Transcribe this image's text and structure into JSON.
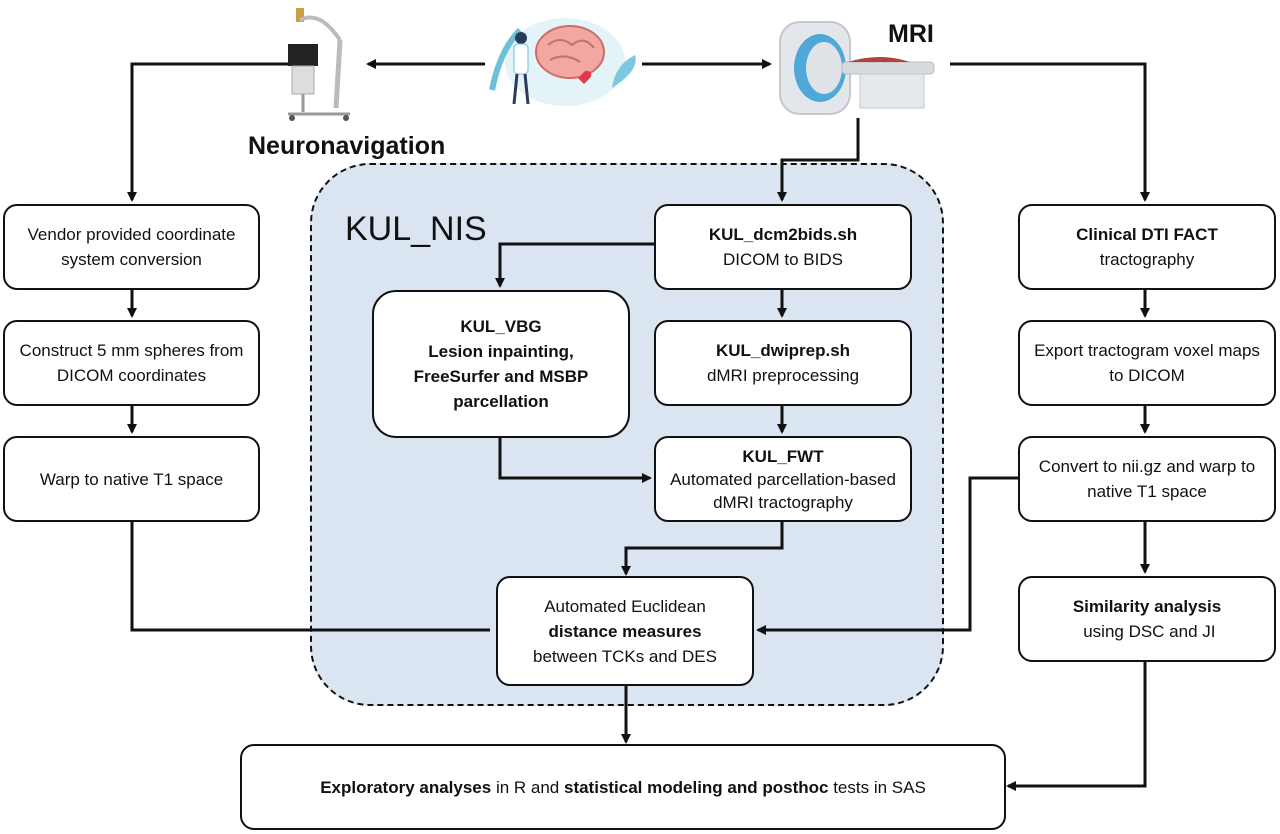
{
  "labels": {
    "mri": "MRI",
    "neuronavigation": "Neuronavigation",
    "kul_nis": "KUL_NIS"
  },
  "boxes": {
    "vendor": {
      "text": "Vendor provided coordinate system conversion"
    },
    "spheres": {
      "text": "Construct 5 mm spheres from DICOM coordinates"
    },
    "warp_left": {
      "text": "Warp to native T1 space"
    },
    "dcm2bids": {
      "title": "KUL_dcm2bids.sh",
      "text": "DICOM to BIDS"
    },
    "dwiprep": {
      "title": "KUL_dwiprep.sh",
      "text": "dMRI preprocessing"
    },
    "vbg": {
      "title": "KUL_VBG",
      "line2": "Lesion inpainting,",
      "line3": "FreeSurfer and MSBP parcellation"
    },
    "fwt": {
      "title": "KUL_FWT",
      "text": "Automated parcellation-based dMRI tractography"
    },
    "distance": {
      "pre": "Automated Euclidean",
      "bold": "distance measures",
      "post": "between TCKs and DES"
    },
    "clinical": {
      "title": "Clinical DTI FACT",
      "text": "tractography"
    },
    "export": {
      "text": "Export tractogram voxel maps to DICOM"
    },
    "convert": {
      "text": "Convert to nii.gz and warp to native T1 space"
    },
    "similarity": {
      "bold": "Similarity analysis",
      "text": " using DSC and JI"
    },
    "final": {
      "b1": "Exploratory analyses",
      "t1": " in R and ",
      "b2": "statistical modeling and posthoc",
      "t2": " tests in SAS"
    }
  },
  "colors": {
    "region_fill": "#dbe5f1",
    "stroke": "#111111"
  },
  "icons": [
    "neuronavigation-device-icon",
    "brain-doctor-illustration-icon",
    "mri-scanner-icon"
  ]
}
